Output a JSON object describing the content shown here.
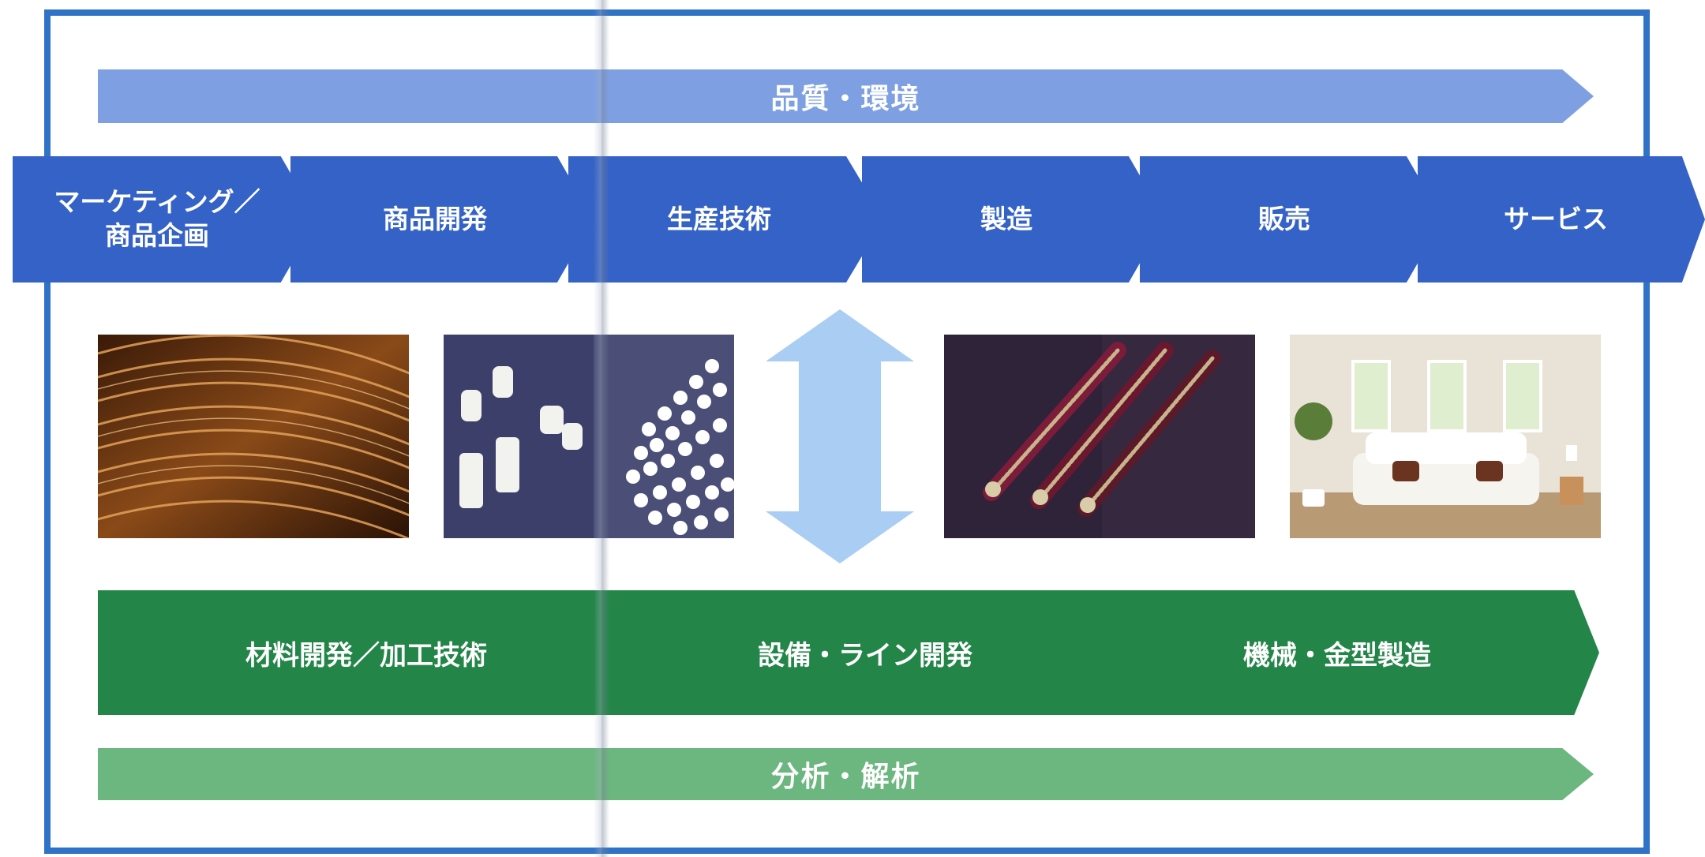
{
  "top_band": {
    "label": "品質・環境"
  },
  "process_steps": [
    {
      "label_line1": "マーケティング／",
      "label_line2": "商品企画"
    },
    {
      "label_line1": "商品開発",
      "label_line2": ""
    },
    {
      "label_line1": "生産技術",
      "label_line2": ""
    },
    {
      "label_line1": "製造",
      "label_line2": ""
    },
    {
      "label_line1": "販売",
      "label_line2": ""
    },
    {
      "label_line1": "サービス",
      "label_line2": ""
    }
  ],
  "photos": [
    {
      "subject": "copper wire coil"
    },
    {
      "subject": "zipper sliders and resin pellets"
    },
    {
      "subject": "metal zippers"
    },
    {
      "subject": "living room sofa"
    }
  ],
  "technology_steps": [
    {
      "label": "材料開発／加工技術"
    },
    {
      "label": "設備・ライン開発"
    },
    {
      "label": "機械・金型製造"
    }
  ],
  "bottom_band": {
    "label": "分析・解析"
  },
  "colors": {
    "frame": "#2f73c6",
    "process_chevron": "#3562c6",
    "top_band": "#7e9fe2",
    "tech_chevron": "#238548",
    "bottom_band": "#6cb67f",
    "double_arrow": "#a9cdf3"
  }
}
